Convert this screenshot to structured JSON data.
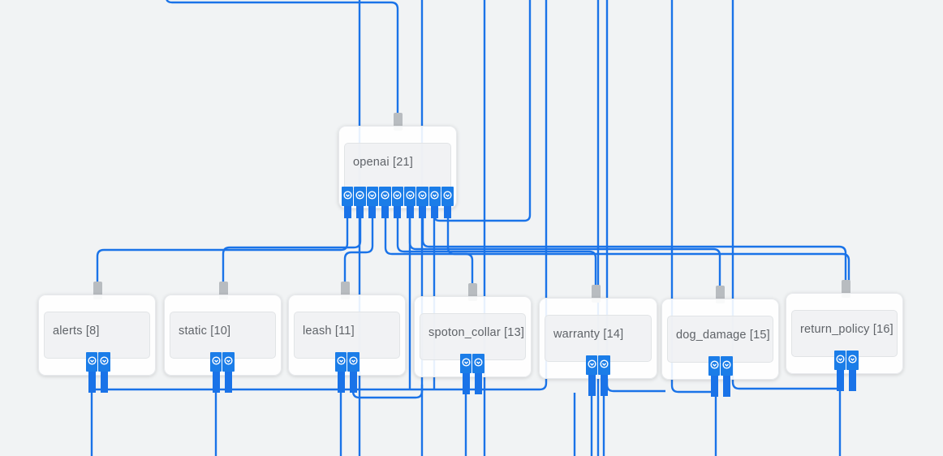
{
  "app": {
    "view": "node-graph-canvas",
    "description": "flow graph editor canvas with one parent node connected to seven child nodes"
  },
  "colors": {
    "canvas_background": "#f1f3f4",
    "edge_blue": "#1a73e8",
    "port_blue": "#1b7de8",
    "input_stub_gray": "#b8bcc0",
    "node_background": "#ffffff",
    "node_inner_panel": "#f0f1f3",
    "title_text": "#5f6368"
  },
  "port_icon": "chevron-down-circle-icon",
  "nodes": [
    {
      "id": 21,
      "label": "openai [21]",
      "output_ports": 9,
      "has_input_stub": true
    },
    {
      "id": 8,
      "label": "alerts [8]",
      "output_ports": 2,
      "has_input_stub": true
    },
    {
      "id": 10,
      "label": "static [10]",
      "output_ports": 2,
      "has_input_stub": true
    },
    {
      "id": 11,
      "label": "leash [11]",
      "output_ports": 2,
      "has_input_stub": true
    },
    {
      "id": 13,
      "label": "spoton_collar [13]",
      "output_ports": 2,
      "has_input_stub": true
    },
    {
      "id": 14,
      "label": "warranty [14]",
      "output_ports": 2,
      "has_input_stub": true
    },
    {
      "id": 15,
      "label": "dog_damage [15]",
      "output_ports": 2,
      "has_input_stub": true
    },
    {
      "id": 16,
      "label": "return_policy [16]",
      "output_ports": 2,
      "has_input_stub": true
    }
  ],
  "edges_summary": "openai [21] outputs fan out to the top stubs of alerts, static, leash, spoton_collar, warranty, dog_damage and return_policy; additional wires pass vertically through the canvas and a horizontal bus runs beneath the child nodes"
}
